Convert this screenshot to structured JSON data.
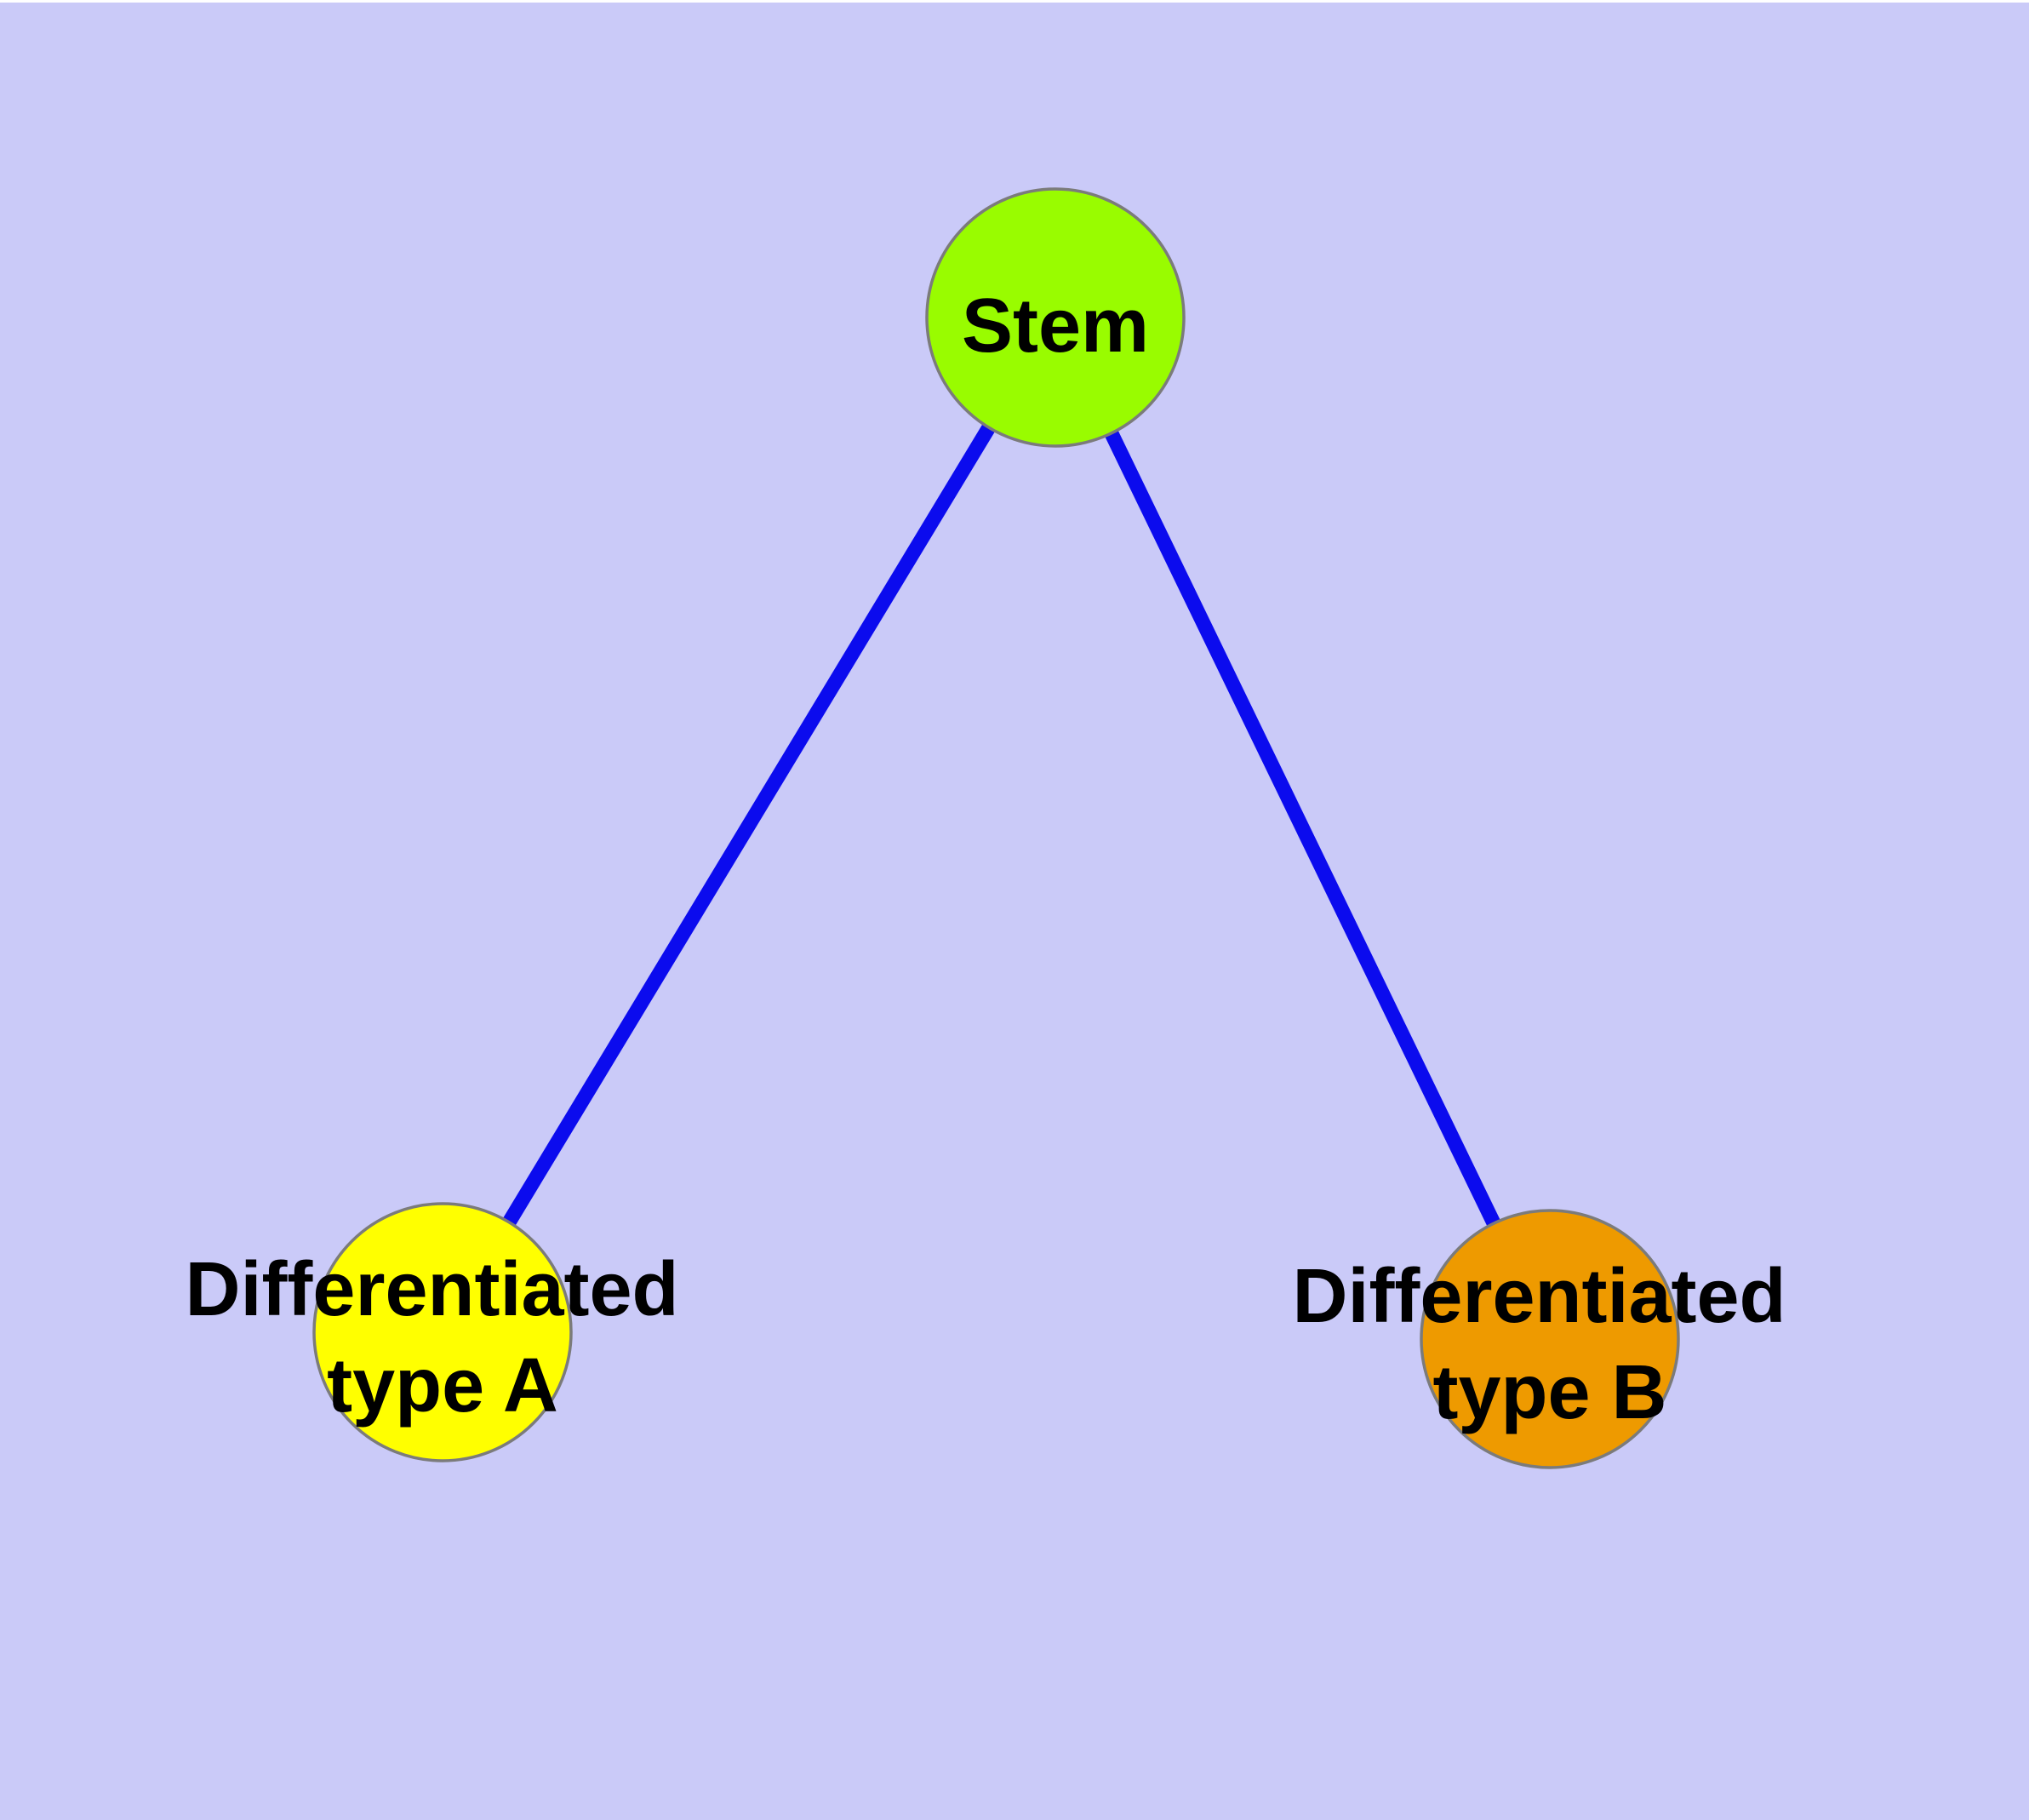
{
  "diagram": {
    "type": "graph",
    "background_color": "#CACAF8",
    "top_margin_color": "#FFFFFF",
    "edge_color": "#0B0BEE",
    "node_border_color": "#7B7B7B",
    "label_color": "#000000",
    "nodes": [
      {
        "id": "stem",
        "label": "Stem",
        "label_line1": "Stem",
        "label_line2": "",
        "color": "#99FC00"
      },
      {
        "id": "differentiated-type-a",
        "label": "Differentiated type A",
        "label_line1": "Differentiated",
        "label_line2": "type A",
        "color": "#FFFF00"
      },
      {
        "id": "differentiated-type-b",
        "label": "Differentiated type B",
        "label_line1": "Differentiated",
        "label_line2": "type B",
        "color": "#EE9A00"
      }
    ],
    "edges": [
      {
        "from": "Stem",
        "to": "Differentiated type A"
      },
      {
        "from": "Stem",
        "to": "Differentiated type B"
      }
    ]
  }
}
